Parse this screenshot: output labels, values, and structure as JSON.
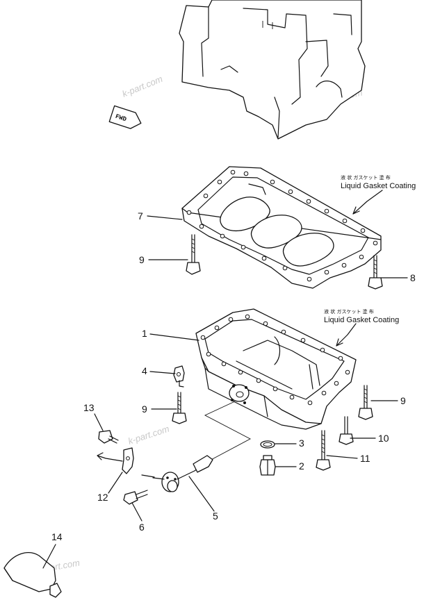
{
  "watermarks": [
    "k-part.com",
    "k-part.com",
    "k-part.com",
    "k-part.com"
  ],
  "fwd_label": "FWD",
  "notes": {
    "upper_jp": "液 状 ガスケット 塗 布",
    "upper_en": "Liquid Gasket Coating",
    "lower_jp": "液 状 ガスケット 塗 布",
    "lower_en": "Liquid Gasket Coating"
  },
  "callouts": [
    "7",
    "9",
    "8",
    "1",
    "4",
    "9",
    "9",
    "13",
    "3",
    "10",
    "2",
    "11",
    "12",
    "5",
    "6",
    "14"
  ],
  "parts": [
    {
      "name": "engine-block"
    },
    {
      "name": "oil-pan-gasket-plate"
    },
    {
      "name": "oil-pan"
    },
    {
      "name": "bolt"
    },
    {
      "name": "o-ring"
    },
    {
      "name": "drain-plug"
    },
    {
      "name": "oil-level-sensor"
    },
    {
      "name": "bracket"
    },
    {
      "name": "gasket-tube"
    }
  ]
}
